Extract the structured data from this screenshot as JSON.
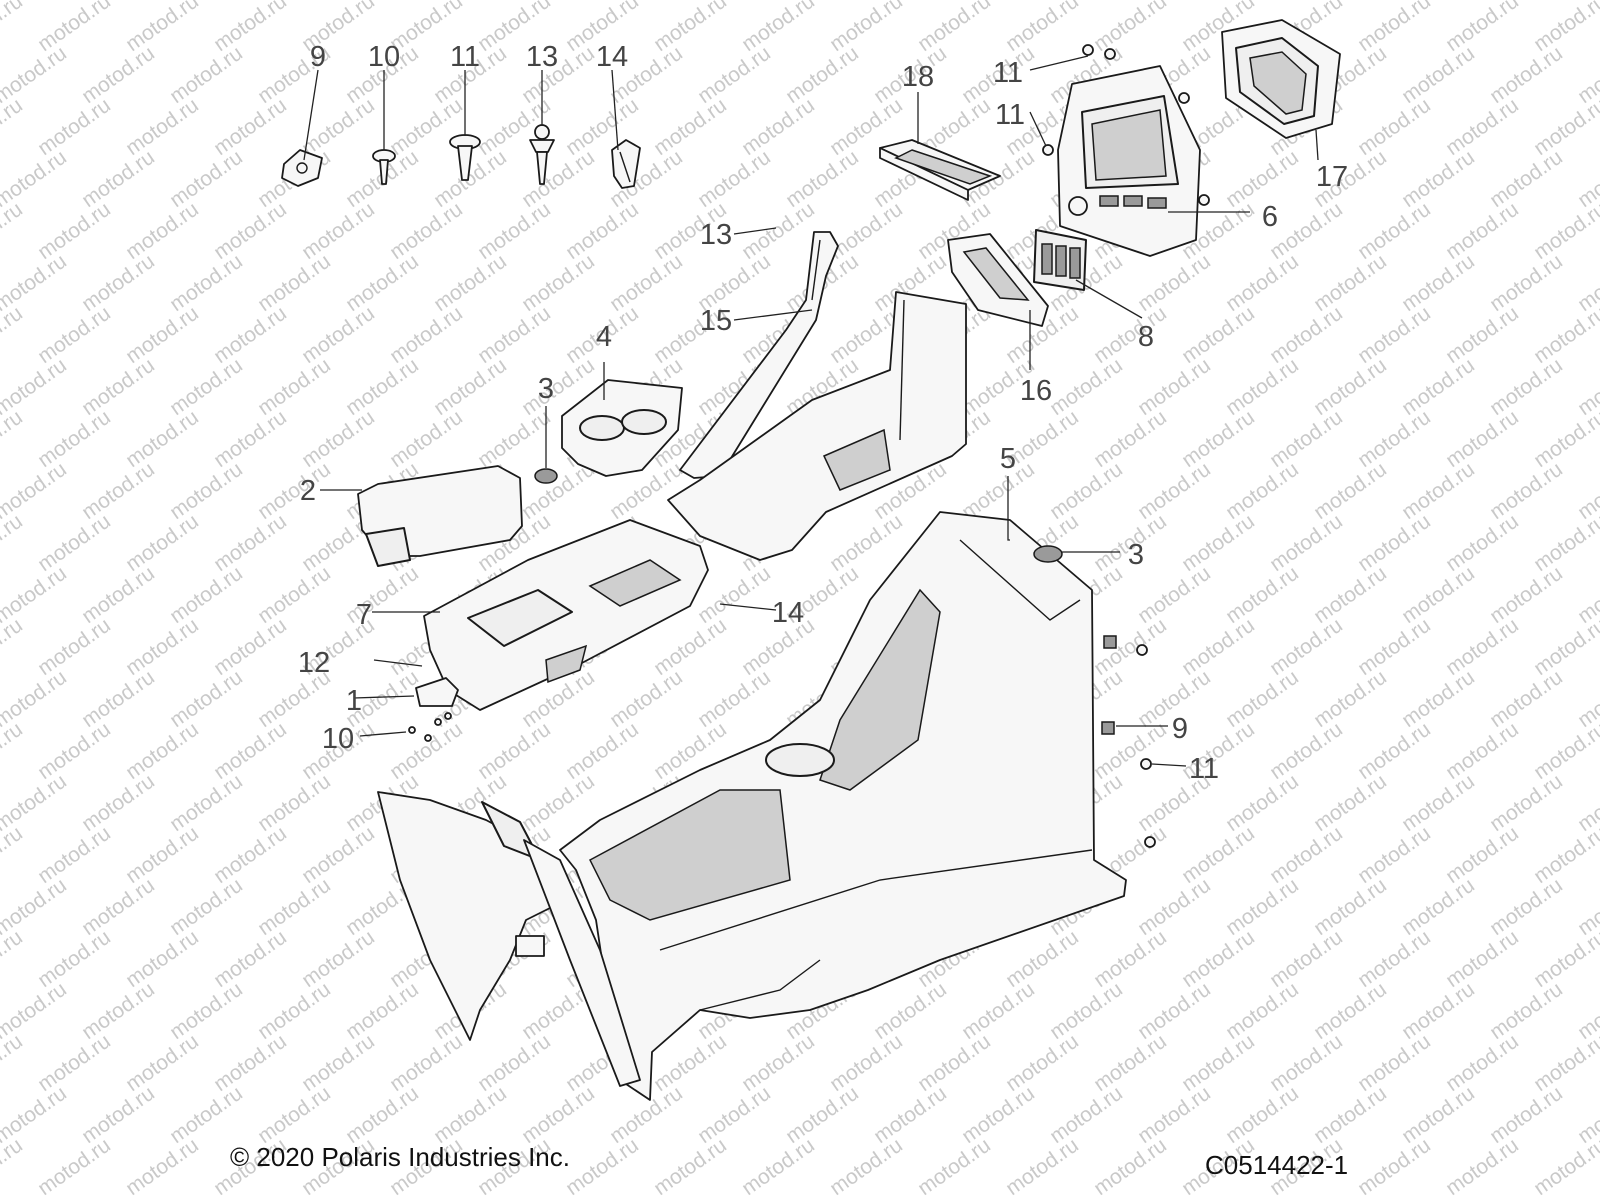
{
  "watermark": "motod.ru",
  "callouts": [
    {
      "id": "c9-top",
      "label": "9"
    },
    {
      "id": "c10-top",
      "label": "10"
    },
    {
      "id": "c11-top",
      "label": "11"
    },
    {
      "id": "c13-top",
      "label": "13"
    },
    {
      "id": "c14-top",
      "label": "14"
    },
    {
      "id": "c18",
      "label": "18"
    },
    {
      "id": "c11-right-top",
      "label": "11"
    },
    {
      "id": "c11-left-top",
      "label": "11"
    },
    {
      "id": "c17",
      "label": "17"
    },
    {
      "id": "c6",
      "label": "6"
    },
    {
      "id": "c13-mid",
      "label": "13"
    },
    {
      "id": "c15",
      "label": "15"
    },
    {
      "id": "c8",
      "label": "8"
    },
    {
      "id": "c16",
      "label": "16"
    },
    {
      "id": "c4",
      "label": "4"
    },
    {
      "id": "c3-left",
      "label": "3"
    },
    {
      "id": "c2",
      "label": "2"
    },
    {
      "id": "c5",
      "label": "5"
    },
    {
      "id": "c3-right",
      "label": "3"
    },
    {
      "id": "c7",
      "label": "7"
    },
    {
      "id": "c14-mid",
      "label": "14"
    },
    {
      "id": "c12",
      "label": "12"
    },
    {
      "id": "c1",
      "label": "1"
    },
    {
      "id": "c10-bottom",
      "label": "10"
    },
    {
      "id": "c9-right",
      "label": "9"
    },
    {
      "id": "c11-bottom",
      "label": "11"
    }
  ],
  "footer": {
    "copyright": "© 2020 Polaris Industries Inc.",
    "diagram_code": "C0514422-1"
  }
}
